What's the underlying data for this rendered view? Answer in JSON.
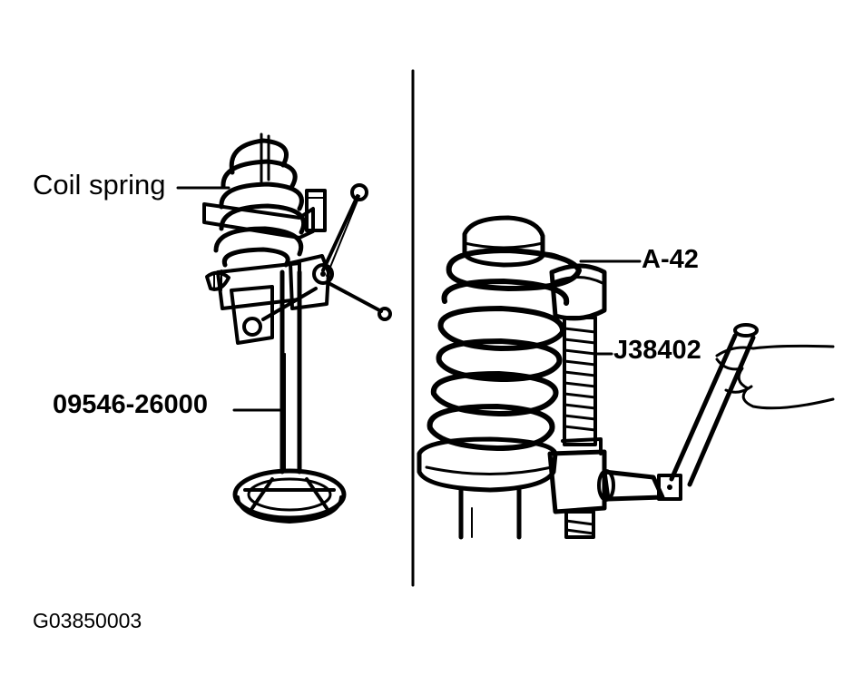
{
  "labels": {
    "coil_spring": "Coil spring",
    "compressor_tool": "09546-26000",
    "adapter": "A-42",
    "spring_tool": "J38402"
  },
  "figure_code": "G03850003",
  "colors": {
    "ink": "#000000",
    "paper": "#ffffff"
  }
}
